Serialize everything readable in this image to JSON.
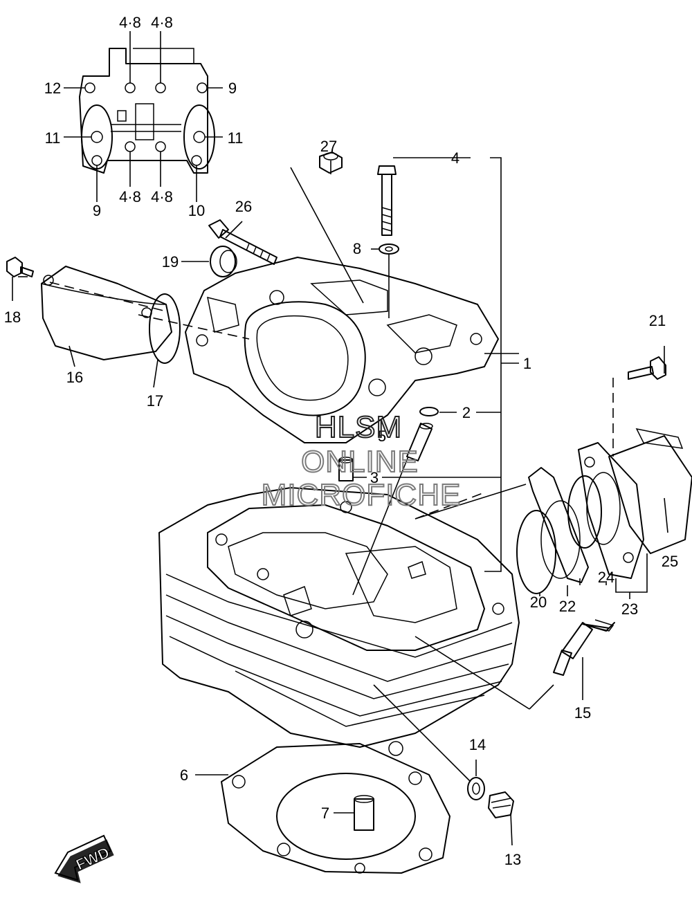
{
  "watermark": {
    "line1": "HLSM",
    "line2": "ONLINE",
    "line3": "MICROFICHE"
  },
  "fwd_label": "FWD",
  "callouts": {
    "c1": "1",
    "c2": "2",
    "c3": "3",
    "c4": "4",
    "c5": "5",
    "c6": "6",
    "c7": "7",
    "c8": "8",
    "c9a": "9",
    "c9b": "9",
    "c10": "10",
    "c11a": "11",
    "c11b": "11",
    "c12": "12",
    "c13": "13",
    "c14": "14",
    "c15": "15",
    "c16": "16",
    "c17": "17",
    "c18": "18",
    "c19": "19",
    "c20": "20",
    "c21": "21",
    "c22": "22",
    "c23": "23",
    "c24": "24",
    "c25": "25",
    "c26": "26",
    "c27": "27",
    "c48a": "4·8",
    "c48b": "4·8",
    "c48c": "4·8",
    "c48d": "4·8"
  }
}
